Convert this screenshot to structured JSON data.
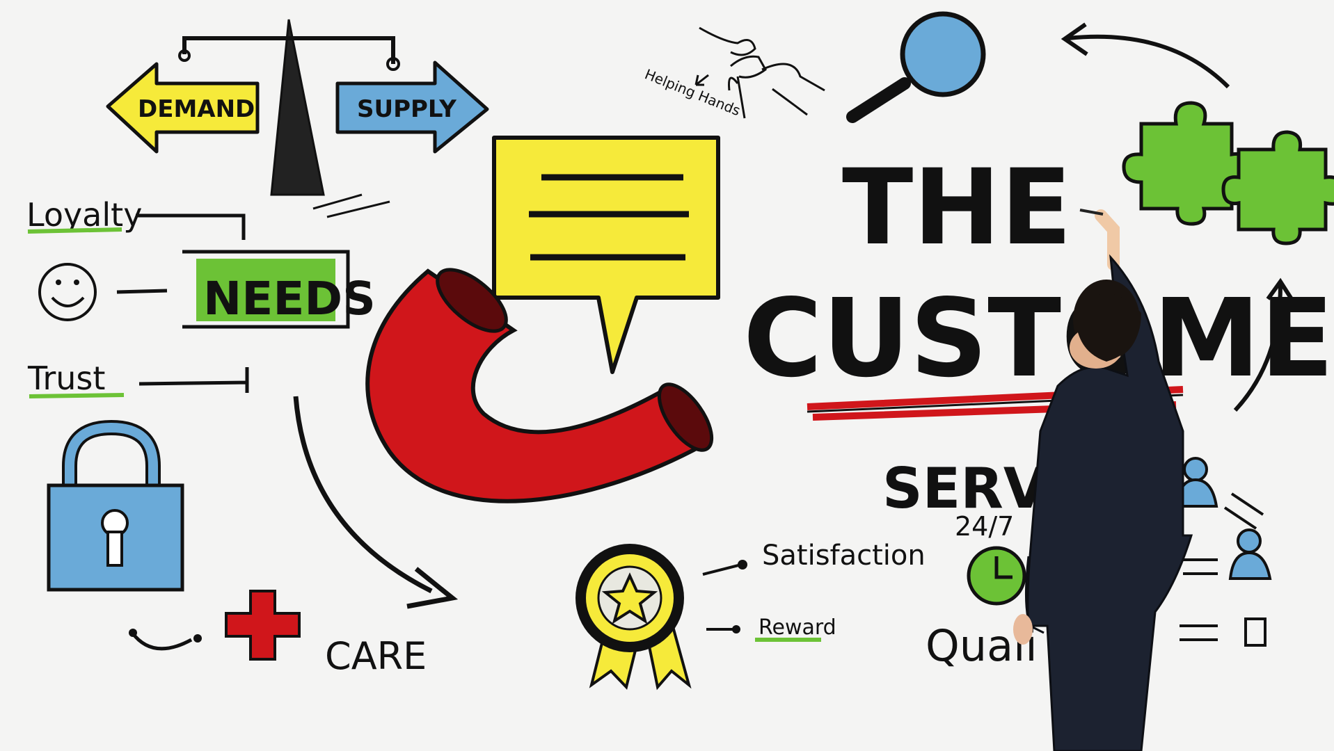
{
  "labels": {
    "demand": "DEMAND",
    "supply": "SUPPLY",
    "loyalty": "Loyalty",
    "needs": "NEEDS",
    "trust": "Trust",
    "helping_hands": "Helping Hands",
    "the": "THE",
    "customer": "CUSTOMER",
    "service": "SERVI",
    "hours": "24/7",
    "satisfaction": "Satisfaction",
    "reward": "Reward",
    "care": "CARE",
    "quality": "Quali"
  },
  "icons": [
    "balance-scale-icon",
    "smiley-icon",
    "padlock-icon",
    "medical-cross-icon",
    "telephone-receiver-icon",
    "speech-bubble-icon",
    "award-ribbon-icon",
    "helping-hands-icon",
    "magnifying-glass-icon",
    "puzzle-pieces-icon",
    "clock-icon",
    "people-exchange-icon"
  ],
  "colors": {
    "background": "#f4f4f3",
    "yellow": "#f6ea3a",
    "blue": "#6aaad8",
    "green": "#6cc236",
    "red": "#d0161b",
    "ink": "#111111"
  }
}
